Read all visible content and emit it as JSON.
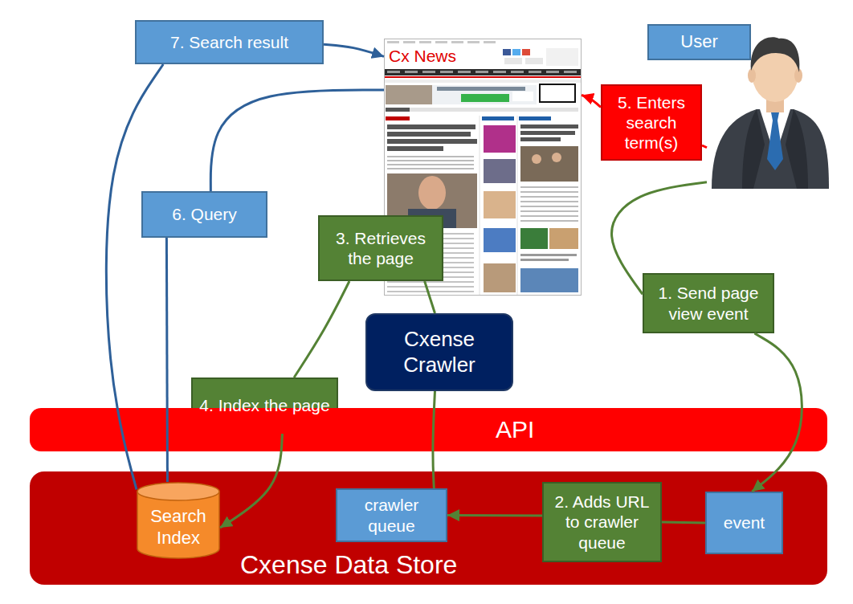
{
  "diagram": {
    "nodes": [
      {
        "text": [
          "7. Search result"
        ]
      },
      {
        "text": [
          "Cx News"
        ]
      },
      {
        "text": [
          "User"
        ]
      },
      {
        "text": [
          "5. Enters search term(s)"
        ]
      },
      {
        "text": [
          "6. Query"
        ]
      },
      {
        "text": [
          "3. Retrieves the page"
        ]
      },
      {
        "text": [
          "1. Send page view event"
        ]
      },
      {
        "text": [
          "Cxense Crawler"
        ]
      },
      {
        "text": [
          "4. Index the page"
        ]
      },
      {
        "text": [
          "API"
        ]
      },
      {
        "text": [
          "Cxense Data Store"
        ]
      },
      {
        "text": [
          "Search Index"
        ],
        "in": 10
      },
      {
        "text": [
          "crawler queue"
        ],
        "in": 10
      },
      {
        "text": [
          "2. Adds URL to crawler queue"
        ],
        "in": 10
      },
      {
        "text": [
          "event"
        ],
        "in": 10
      }
    ],
    "edges": [
      {
        "from": 2,
        "to": 6,
        "arrow": "none"
      },
      {
        "from": 6,
        "to": 14,
        "arrow": "to"
      },
      {
        "from": 14,
        "to": 13,
        "arrow": "none"
      },
      {
        "from": 13,
        "to": 12,
        "arrow": "to"
      },
      {
        "from": 12,
        "to": 7,
        "arrow": "none"
      },
      {
        "from": 7,
        "to": 5,
        "arrow": "none"
      },
      {
        "from": 5,
        "to": 8,
        "arrow": "none"
      },
      {
        "from": 8,
        "to": 11,
        "arrow": "to"
      },
      {
        "from": 2,
        "to": 3,
        "arrow": "none"
      },
      {
        "from": 3,
        "to": 1,
        "arrow": "to"
      },
      {
        "from": 1,
        "to": 4,
        "arrow": "none"
      },
      {
        "from": 4,
        "to": 11,
        "arrow": "none"
      },
      {
        "from": 11,
        "to": 0,
        "arrow": "none"
      },
      {
        "from": 0,
        "to": 1,
        "arrow": "to"
      }
    ]
  }
}
